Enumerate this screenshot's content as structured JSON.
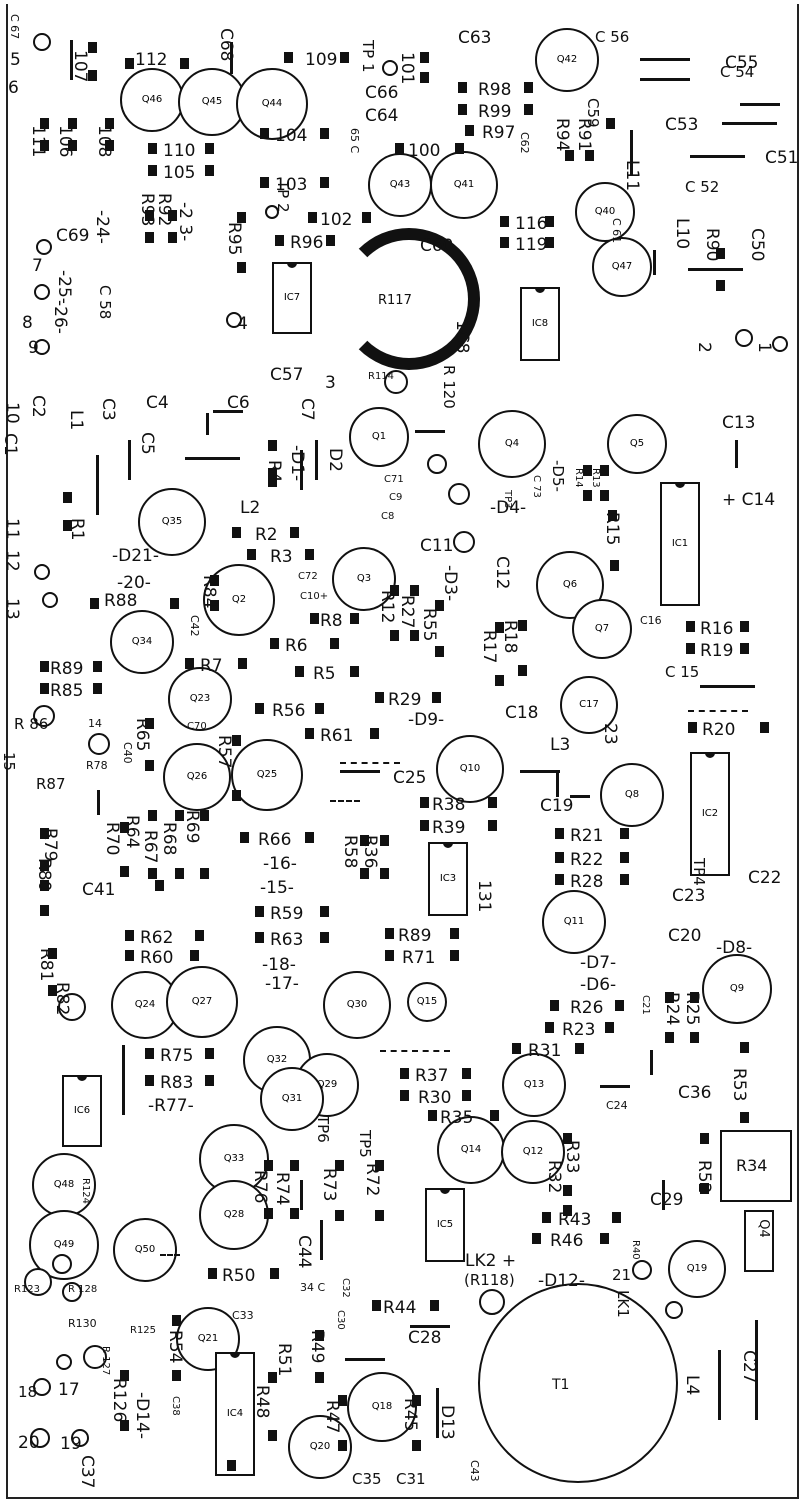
{
  "diagram": {
    "transistors": [
      "Q46",
      "Q45",
      "Q44",
      "Q43",
      "Q41",
      "Q42",
      "Q40",
      "Q47",
      "Q1",
      "Q4",
      "Q5",
      "Q35",
      "Q2",
      "Q3",
      "Q6",
      "Q7",
      "Q34",
      "Q23",
      "Q26",
      "Q25",
      "Q10",
      "Q17",
      "Q8",
      "Q11",
      "Q24",
      "Q27",
      "Q30",
      "Q15",
      "Q9",
      "Q32",
      "Q29",
      "Q31",
      "Q13",
      "Q14",
      "Q12",
      "Q33",
      "Q28",
      "Q48",
      "Q49",
      "Q50",
      "Q21",
      "Q18",
      "Q20",
      "Q19",
      "Q4b"
    ],
    "transistor_text": {
      "Q46": "Q46",
      "Q45": "Q45",
      "Q44": "Q44",
      "Q43": "Q43",
      "Q41": "Q41",
      "Q42": "Q42",
      "Q40": "Q40",
      "Q47": "Q47",
      "Q1": "Q1",
      "Q4": "Q4",
      "Q5": "Q5",
      "Q35": "Q35",
      "Q2": "Q2",
      "Q3": "Q3",
      "Q6": "Q6",
      "Q7": "Q7",
      "Q34": "Q34",
      "Q23": "Q23",
      "Q26": "Q26",
      "Q25": "Q25",
      "Q10": "Q10",
      "Q17": "C17",
      "Q8": "Q8",
      "Q11": "Q11",
      "Q24": "Q24",
      "Q27": "Q27",
      "Q30": "Q30",
      "Q15": "Q15",
      "Q9": "Q9",
      "Q32": "Q32",
      "Q29": "Q29",
      "Q31": "Q31",
      "Q13": "Q13",
      "Q14": "Q14",
      "Q12": "Q12",
      "Q33": "Q33",
      "Q28": "Q28",
      "Q48": "Q48",
      "Q49": "Q49",
      "Q50": "Q50",
      "Q21": "Q21",
      "Q18": "Q18",
      "Q20": "Q20",
      "Q19": "Q19",
      "Q4b": "Q4"
    },
    "ics": {
      "IC7": "IC7",
      "IC8": "IC8",
      "IC1": "IC1",
      "IC2": "IC2",
      "IC3": "IC3",
      "IC6": "IC6",
      "IC5": "IC5",
      "IC4": "IC4"
    },
    "big": {
      "R117": "R117",
      "T1": "T1",
      "R34": "R34"
    },
    "labels": {
      "C67": "C 67",
      "n5": "5",
      "n6": "6",
      "R107": "107",
      "R112": "112",
      "C68": "C68",
      "R109": "109",
      "TP1": "TP 1",
      "R101": "101",
      "C63": "C63",
      "C56": "C 56",
      "C55": "C55",
      "C66": "C66",
      "C64": "C64",
      "C65": "65 C",
      "R98": "R98",
      "R99": "R99",
      "R97": "R97",
      "C59": "C59",
      "C54": "C 54",
      "R111": "111",
      "R106": "106",
      "R108": "108",
      "R110": "110",
      "R105": "105",
      "R104": "104",
      "R100": "100",
      "C62": "C62",
      "R94": "R94",
      "R91": "R91",
      "C53": "C53",
      "L11": "L11",
      "C51": "C51",
      "R103": "103",
      "TP2": "TP 2",
      "R102": "102",
      "R116": "116",
      "R119": "119",
      "C61": "C 61",
      "C52": "C 52",
      "L10": "L10",
      "R90": "R90",
      "C50": "C50",
      "n24": "-24-",
      "n23": "-2 3-",
      "R93": "R93",
      "R92": "R92",
      "R95": "R95",
      "R96": "R96",
      "C60": "C60",
      "C69": "C69",
      "n7": "7",
      "n25": "-25-",
      "C58": "C 58",
      "n26": "-26-",
      "n8": "8",
      "n4": "4",
      "IC8lbl": "1C8",
      "n2": "2",
      "n1": "1",
      "n9": "9",
      "C57": "C57",
      "n3": "3",
      "R114": "R114",
      "R120": "R 120",
      "n10": "10",
      "C2": "C2",
      "L1": "L1",
      "C3": "C3",
      "C4": "C4",
      "C6": "C6",
      "C7": "C7",
      "C13": "C13",
      "C1": "C1",
      "C5": "C5",
      "R4": "R4",
      "D1": "-D1-",
      "D2": "D2",
      "C71": "C71",
      "C9": "C9",
      "C8": "C8",
      "R14": "R14",
      "R13": "R13",
      "D5": "-D5-",
      "C73": "C 73",
      "D4": "-D4-",
      "TP3": "TP3",
      "C14": "+ C14",
      "n11": "11",
      "R1": "R1",
      "L2": "L2",
      "R2": "R2",
      "R3": "R3",
      "C11": "C11",
      "C12": "C12",
      "R15": "R15",
      "n12": "12",
      "D21": "-D21-",
      "n20": "-20-",
      "C72": "C72",
      "C10": "C10+",
      "D3": "-D3-",
      "n13": "13",
      "R88": "R88",
      "R84": "R84",
      "C42": "C42",
      "R8": "R8",
      "R12": "R12",
      "R27": "R27",
      "R55": "R55",
      "R18": "R18",
      "R17": "R17",
      "C16": "C16",
      "R16": "R16",
      "R19": "R19",
      "R89a": "R89",
      "R85": "R85",
      "R7": "R7",
      "R6": "R6",
      "R5": "R5",
      "C15": "C 15",
      "R86": "R 86",
      "n14": "14",
      "R65": "R65",
      "C70": "C70",
      "R56": "R56",
      "R29": "R29",
      "D9": "-D9-",
      "C18": "C18",
      "n23b": "23",
      "n15": "15",
      "R78": "R78",
      "C40": "C40",
      "R57": "R57",
      "R61": "R61",
      "L3": "L3",
      "R20": "R20",
      "R87": "R87",
      "C25": "C25",
      "C19": "C19",
      "R64": "R64",
      "R68": "R68",
      "R69": "R69",
      "R38": "R38",
      "R39": "R39",
      "R70": "R70",
      "R67": "R67",
      "R66": "R66",
      "n16": "-16-",
      "R58": "R58",
      "R36": "R36",
      "R21": "R21",
      "R22": "R22",
      "TP4": "TP4",
      "R79": "R79",
      "R80": "R80",
      "C41": "C41",
      "n15b": "-15-",
      "R28": "R28",
      "C23": "C23",
      "C22": "C22",
      "R59": "R59",
      "R131": "131",
      "R62": "R62",
      "R63": "R63",
      "R89b": "R89",
      "C20": "C20",
      "D8": "-D8-",
      "R81": "R81",
      "R60": "R60",
      "n18": "-18-",
      "R71": "R71",
      "D7": "-D7-",
      "n17": "-17-",
      "D6": "-D6-",
      "R82": "R82",
      "R26": "R26",
      "R24": "R24",
      "R25": "R25",
      "C21": "C21",
      "R23": "R23",
      "R75": "R75",
      "R31": "R31",
      "R53": "R53",
      "R83": "R83",
      "R37": "R37",
      "C36": "C36",
      "R77": "-R77-",
      "R30": "R30",
      "C24": "C24",
      "R35": "R35",
      "TP6": "TP6",
      "TP5": "TP5",
      "R33": "R33",
      "R32": "R32",
      "R52": "R52",
      "R74": "R74",
      "R76": "R76",
      "R73": "R73",
      "R72": "R72",
      "R43": "R43",
      "R124": "R124",
      "C29": "C29",
      "R46": "R46",
      "R40": "R40",
      "C44": "C44",
      "C32": "C32",
      "LK2": "LK2 +",
      "R118": "(R118)",
      "D12": "-D12-",
      "n21": "21",
      "R123": "R123",
      "R128": "R 128",
      "R130": "R130",
      "R50": "R50",
      "C34": "34 C",
      "LK1": "LK1",
      "R44": "R44",
      "C30": "C30",
      "C28": "C28",
      "C27": "C27",
      "R125": "R125",
      "R127": "R 127",
      "R54": "R54",
      "C33": "C33",
      "R49": "R49",
      "R51": "R51",
      "L4": "L4",
      "n18b": "18",
      "n17b": "17",
      "R126": "R126",
      "D14": "-D14-",
      "C38": "C38",
      "R48": "R48",
      "R47": "R47",
      "R45": "R45",
      "D13": "D13",
      "n20b": "20",
      "n19": "19",
      "C37": "C37",
      "C35": "C35",
      "C31": "C31",
      "C43": "C43"
    }
  }
}
